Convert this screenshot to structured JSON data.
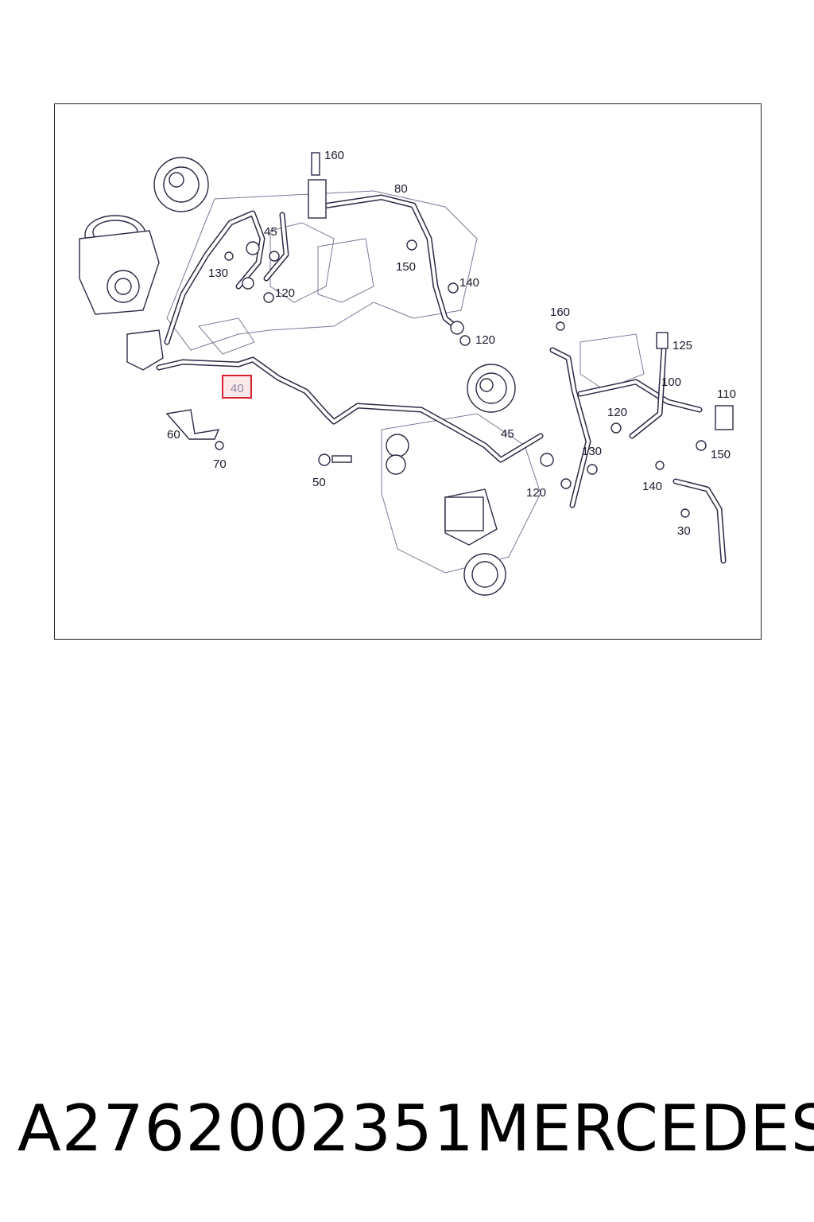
{
  "diagram": {
    "callouts": [
      {
        "id": "c160a",
        "label": "160"
      },
      {
        "id": "c80",
        "label": "80"
      },
      {
        "id": "c45a",
        "label": "45"
      },
      {
        "id": "c130a",
        "label": "130"
      },
      {
        "id": "c150a",
        "label": "150"
      },
      {
        "id": "c140a",
        "label": "140"
      },
      {
        "id": "c120a",
        "label": "120"
      },
      {
        "id": "c120b",
        "label": "120"
      },
      {
        "id": "c160b",
        "label": "160"
      },
      {
        "id": "c125",
        "label": "125"
      },
      {
        "id": "c100",
        "label": "100"
      },
      {
        "id": "c110",
        "label": "110"
      },
      {
        "id": "c120c",
        "label": "120"
      },
      {
        "id": "c45b",
        "label": "45"
      },
      {
        "id": "c130b",
        "label": "130"
      },
      {
        "id": "c150b",
        "label": "150"
      },
      {
        "id": "c140b",
        "label": "140"
      },
      {
        "id": "c120d",
        "label": "120"
      },
      {
        "id": "c30",
        "label": "30"
      },
      {
        "id": "c60",
        "label": "60"
      },
      {
        "id": "c70",
        "label": "70"
      },
      {
        "id": "c50",
        "label": "50"
      }
    ],
    "highlighted_callout": "40",
    "highlight_color": "#d9202e"
  },
  "footer": {
    "part_number": "A2762002351",
    "brand": "MERCEDES"
  }
}
